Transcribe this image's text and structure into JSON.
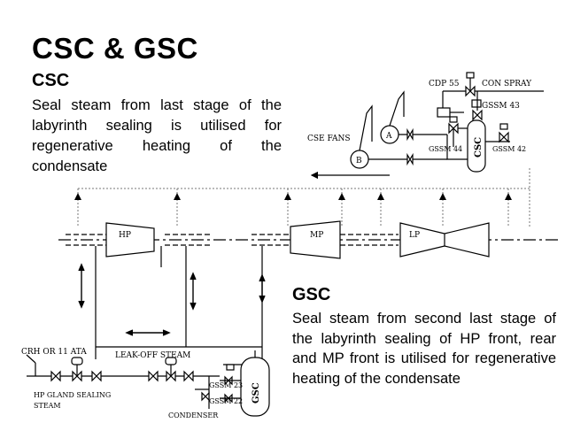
{
  "title": "CSC & GSC",
  "csc": {
    "heading": "CSC",
    "body": "Seal steam from last stage of the labyrinth sealing is utilised for regenerative heating of the condensate"
  },
  "gsc": {
    "heading": "GSC",
    "body": "Seal steam from second last stage of the labyrinth sealing of HP front, rear and MP front is utilised for regenerative heating of the condensate"
  },
  "diagram": {
    "labels": {
      "cdp55": "CDP 55",
      "con_spray": "CON SPRAY",
      "gssm43": "GSSM 43",
      "cse_fans": "CSE FANS",
      "fan_a": "A",
      "fan_b": "B",
      "gssm44": "GSSM 44",
      "csc_vessel": "CSC",
      "gssm42": "GSSM 42",
      "hp": "HP",
      "mp": "MP",
      "lp": "LP",
      "crh": "CRH OR 11 ATA",
      "leak_off": "LEAK-OFF STEAM",
      "hp_gland_1": "HP GLAND SEALING",
      "hp_gland_2": "STEAM",
      "gssm23": "GSSM 23",
      "gssm22": "GSSM 22",
      "gsc_vessel": "GSC",
      "condenser": "CONDENSER"
    }
  }
}
